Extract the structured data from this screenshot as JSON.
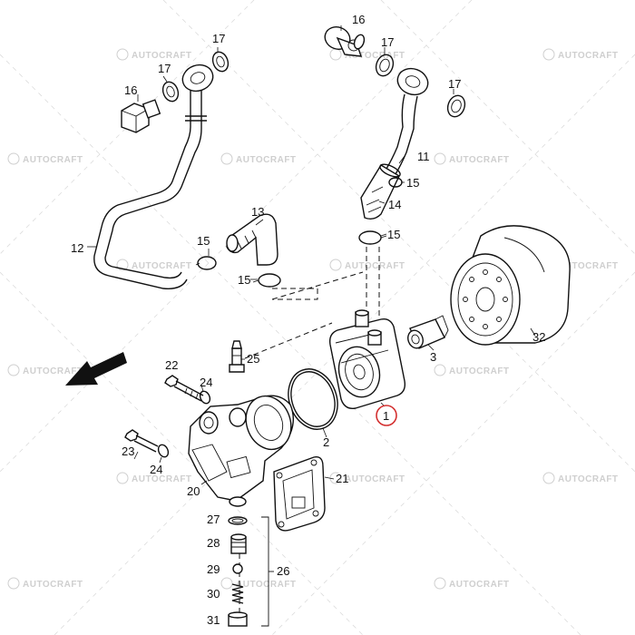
{
  "watermark": "AUTOCRAFT",
  "parts": {
    "p1": "1",
    "p2": "2",
    "p3": "3",
    "p11": "11",
    "p12": "12",
    "p13": "13",
    "p14": "14",
    "p15a": "15",
    "p15b": "15",
    "p15c": "15",
    "p15d": "15",
    "p16a": "16",
    "p16b": "16",
    "p17a": "17",
    "p17b": "17",
    "p17c": "17",
    "p17d": "17",
    "p20": "20",
    "p21": "21",
    "p22": "22",
    "p23": "23",
    "p24a": "24",
    "p24b": "24",
    "p25": "25",
    "p26": "26",
    "p27": "27",
    "p28": "28",
    "p29": "29",
    "p30": "30",
    "p31": "31",
    "p32": "32"
  },
  "highlight": {
    "part": "1",
    "color": "#d32f2f"
  }
}
